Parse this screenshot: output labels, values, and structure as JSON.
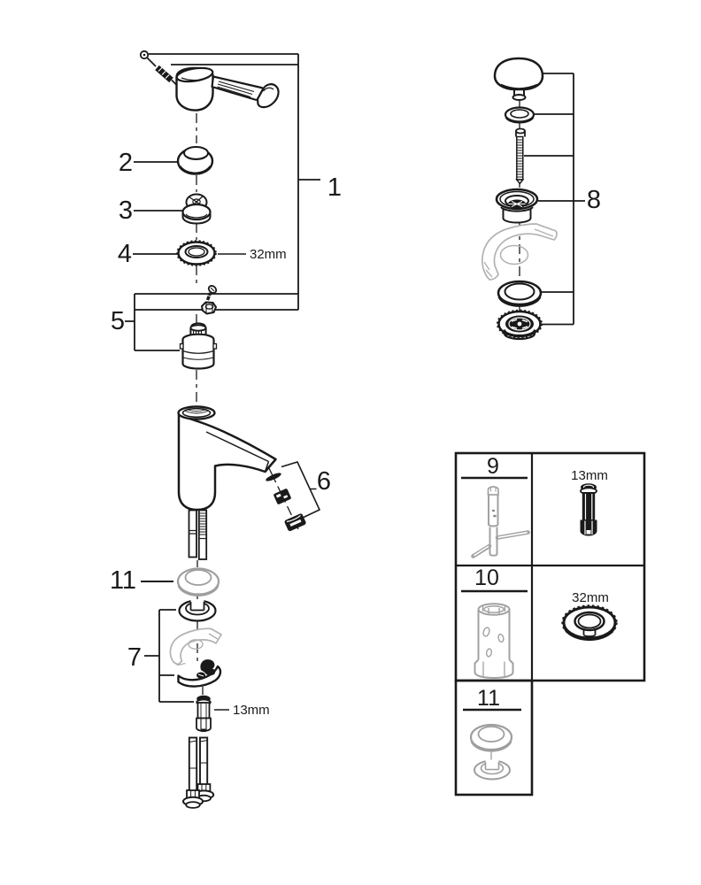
{
  "page": {
    "background": "#ffffff"
  },
  "colors": {
    "line": "#1a1a1a",
    "ghost_grey": "#b2b2b2",
    "part_grey": "#9e9e9e",
    "tool_grey": "#a2a2a2"
  },
  "main_assembly": {
    "callouts": {
      "c1": "1",
      "c2": "2",
      "c3": "3",
      "c4": "4",
      "c5": "5",
      "c6": "6",
      "c7": "7",
      "c11": "11"
    },
    "dimensions": {
      "ring_nut": "32mm",
      "mounting_bolt": "13mm"
    }
  },
  "drain_assembly": {
    "callouts": {
      "c8": "8"
    }
  },
  "parts_table": {
    "cells": {
      "pin_wrench": {
        "ref": "9"
      },
      "mounting_bolt": {
        "dimension": "13mm"
      },
      "socket_tool": {
        "ref": "10"
      },
      "ring_nut": {
        "dimension": "32mm"
      },
      "washer_set": {
        "ref": "11"
      }
    }
  }
}
